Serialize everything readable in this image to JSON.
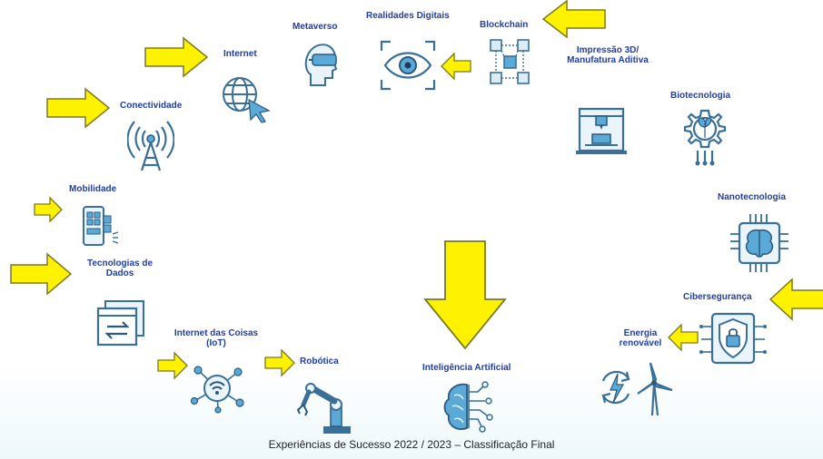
{
  "labels": {
    "internet": "Internet",
    "metaverso": "Metaverso",
    "realidades": "Realidades Digitais",
    "blockchain": "Blockchain",
    "impressao_1": "Impressão 3D/",
    "impressao_2": "Manufatura Aditiva",
    "biotecnologia": "Biotecnologia",
    "conectividade": "Conectividade",
    "mobilidade": "Mobilidade",
    "dados_1": "Tecnologias de",
    "dados_2": "Dados",
    "nanotecnologia": "Nanotecnologia",
    "ciberseguranca": "Cibersegurança",
    "energia_1": "Energia",
    "energia_2": "renovável",
    "iot_1": "Internet das Coisas",
    "iot_2": "(IoT)",
    "robotica": "Robótica",
    "ia": "Inteligência Artificial"
  },
  "footer": "Experiências de Sucesso 2022 / 2023 – Classificação Final",
  "colors": {
    "label": "#1f3ea6",
    "icon": "#3a6f98",
    "icon_light": "#5aa9d6",
    "arrow_fill": "#fff200",
    "arrow_stroke": "#7a7a1e"
  }
}
